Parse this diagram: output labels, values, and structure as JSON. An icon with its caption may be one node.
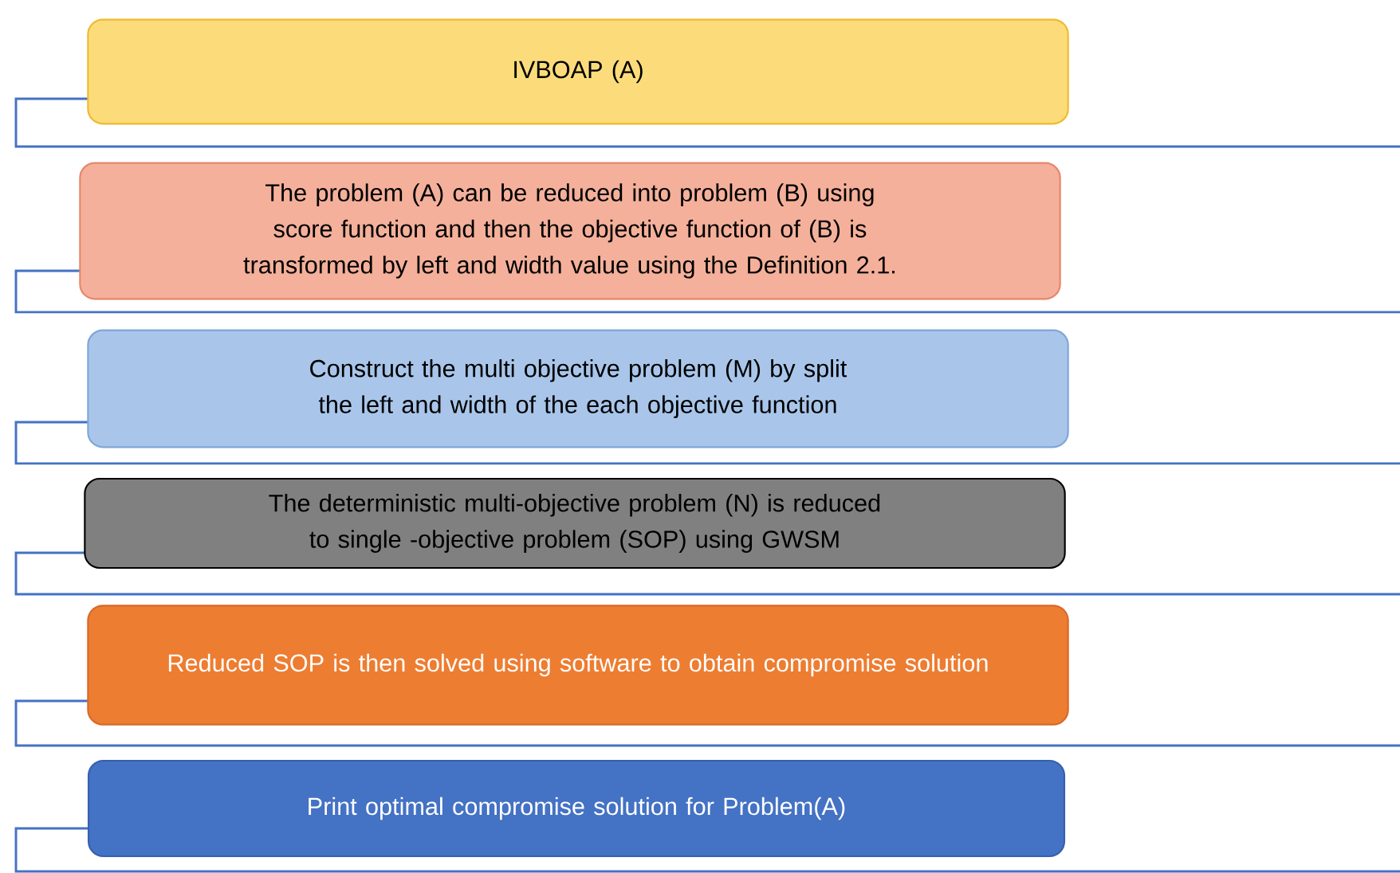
{
  "diagram": {
    "nodes": [
      {
        "text": [
          "IVBOAP (A)"
        ]
      },
      {
        "text": [
          "The problem (A) can be reduced into problem (B) using score function and then the objective function of (B) is transformed by left and width value using the Definition 2.1."
        ]
      },
      {
        "text": [
          "Construct the multi objective problem (M) by split the left and width of the each objective function"
        ]
      },
      {
        "text": [
          "The deterministic multi-objective problem (N) is reduced to single -objective problem (SOP) using  GWSM"
        ]
      },
      {
        "text": [
          "Reduced SOP is then solved using software to obtain compromise solution"
        ]
      },
      {
        "text": [
          "Print optimal compromise solution for Problem(A)"
        ]
      }
    ]
  }
}
